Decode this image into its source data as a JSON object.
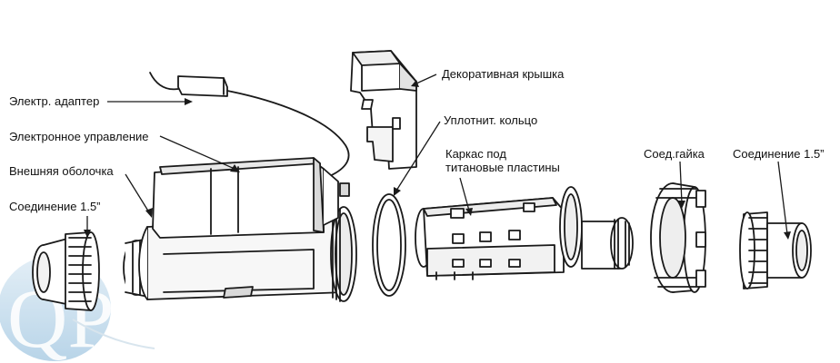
{
  "labels": {
    "adapter": "Электр. адаптер",
    "electronics": "Электронное управление",
    "shell": "Внешняя оболочка",
    "connection_left": "Соединение 1.5”",
    "cover": "Декоративная крышка",
    "seal": "Уплотнит. кольцо",
    "frame": "Каркас под\nтитановые пластины",
    "nut": "Соед.гайка",
    "connection_right": "Соединение 1.5”",
    "watermark": "QP"
  },
  "colors": {
    "line": "#1a1a1a",
    "fill_light": "#ffffff",
    "fill_body": "#f2f2f2",
    "fill_dark": "#d9d9d9",
    "watermark_blue": "#9ec5df"
  }
}
